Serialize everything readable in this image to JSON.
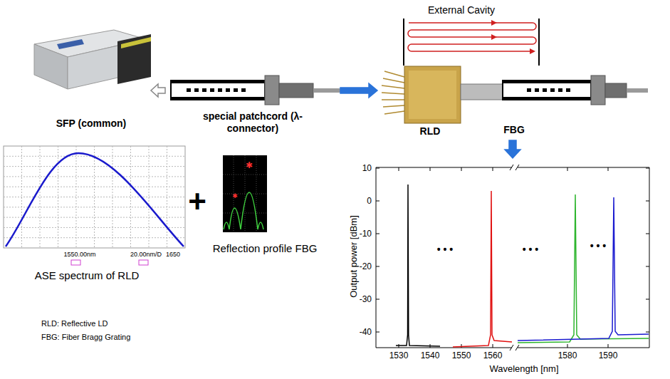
{
  "diagram": {
    "nodes": [
      {
        "text": [
          "SFP (common)"
        ]
      },
      {
        "text": [
          "special patchcord (λ-connector)"
        ]
      },
      {
        "text": [
          "External Cavity"
        ]
      },
      {
        "text": [
          "RLD"
        ],
        "in": 2
      },
      {
        "text": [
          "FBG"
        ],
        "in": 2
      },
      {
        "text": [
          "ASE spectrum of RLD"
        ]
      },
      {
        "text": [
          "Reflection profile FBG"
        ]
      },
      {
        "text": [
          "Output power [dBm]",
          "Wavelength [nm]"
        ]
      }
    ],
    "edges": [
      {
        "from": 1,
        "to": 0,
        "arrow": "to"
      },
      {
        "from": 1,
        "to": 2,
        "arrow": "to"
      },
      {
        "from": 2,
        "to": 7,
        "arrow": "to"
      }
    ],
    "labels": [
      "1550.00nm",
      "20.00nm/D",
      "1650",
      "+",
      "RLD: Reflective LD",
      "FBG: Fiber Bragg Grating",
      "10",
      "0",
      "-10",
      "-20",
      "-30",
      "-40",
      "1530",
      "1540",
      "1550",
      "1560",
      "1580",
      "1590",
      "• • •",
      "• • •",
      "• • •"
    ]
  }
}
